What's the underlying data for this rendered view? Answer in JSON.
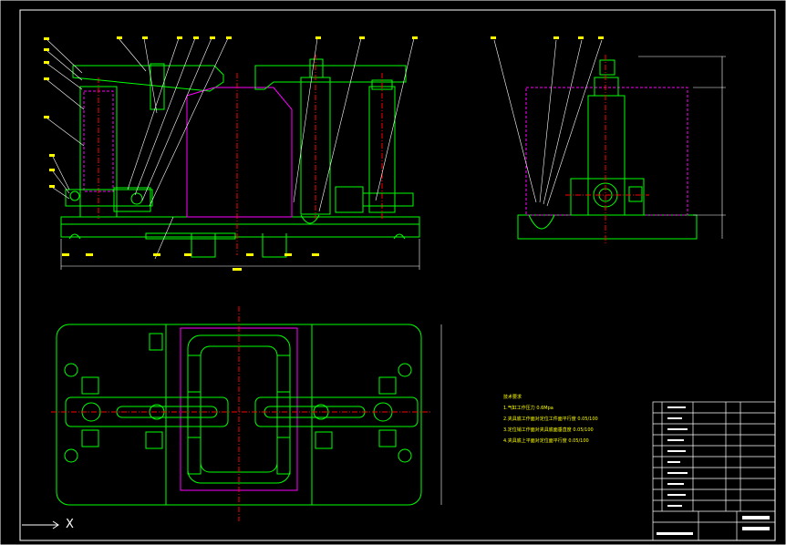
{
  "notes": {
    "title": "技术要求",
    "items": [
      "1.气缸工作压力 0.6Mpa",
      "2.夹具底工作面对定位工件面平行度 0.05/100",
      "3.定位销工作面对夹具底面垂直度 0.05/100",
      "4.夹具底上平面对定位面平行度 0.05/100"
    ]
  },
  "ucs_label": "X",
  "colors": {
    "background": "#000000",
    "outline": "#00ff00",
    "centerline": "#ff0000",
    "hidden": "#ff00ff",
    "frame": "#ffffff",
    "text": "#ffff00"
  }
}
